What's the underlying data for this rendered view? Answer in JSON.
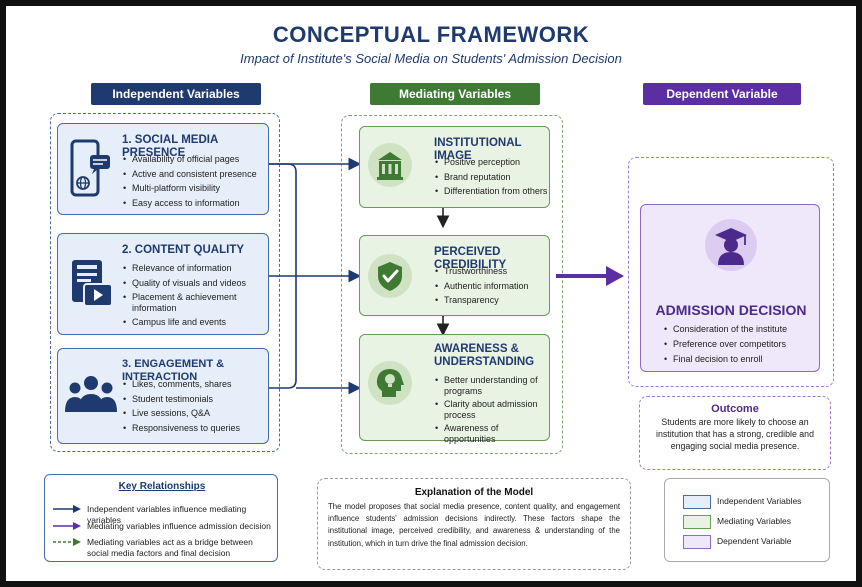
{
  "title": "CONCEPTUAL FRAMEWORK",
  "subtitle": "Impact of Institute's Social Media on Students' Admission Decision",
  "headers": {
    "independent": "Independent Variables",
    "mediating": "Mediating Variables",
    "dependent": "Dependent Variable"
  },
  "independent": [
    {
      "title": "1. SOCIAL MEDIA PRESENCE",
      "icon": "phone-icon",
      "items": [
        "Availability of official pages",
        "Active and consistent presence",
        "Multi-platform visibility",
        "Easy access to information"
      ]
    },
    {
      "title": "2. CONTENT QUALITY",
      "icon": "video-doc-icon",
      "items": [
        "Relevance of information",
        "Quality of visuals and videos",
        "Placement & achievement information",
        "Campus life and events"
      ]
    },
    {
      "title": "3. ENGAGEMENT & INTERACTION",
      "icon": "people-icon",
      "items": [
        "Likes, comments, shares",
        "Student testimonials",
        "Live sessions, Q&A",
        "Responsiveness to queries"
      ]
    }
  ],
  "mediating": [
    {
      "title": "INSTITUTIONAL IMAGE",
      "icon": "building-icon",
      "items": [
        "Positive perception",
        "Brand reputation",
        "Differentiation from others"
      ]
    },
    {
      "title": "PERCEIVED CREDIBILITY",
      "icon": "shield-check-icon",
      "items": [
        "Trustworthiness",
        "Authentic information",
        "Transparency"
      ]
    },
    {
      "title": "AWARENESS & UNDERSTANDING",
      "icon": "head-bulb-icon",
      "items": [
        "Better understanding of programs",
        "Clarity about admission process",
        "Awareness of opportunities"
      ]
    }
  ],
  "dependent": {
    "title": "ADMISSION DECISION",
    "icon": "graduate-icon",
    "items": [
      "Consideration of the institute",
      "Preference over competitors",
      "Final decision to enroll"
    ]
  },
  "outcome": {
    "title": "Outcome",
    "text": "Students are more likely to choose an institution that has a strong, credible and engaging social media presence."
  },
  "key": {
    "title": "Key Relationships",
    "items": [
      "Independent variables influence mediating variables",
      "Mediating variables influence admission decision",
      "Mediating variables act as a bridge between social media factors and final decision"
    ]
  },
  "explanation": {
    "title": "Explanation of the Model",
    "text": "The model proposes that social media presence, content quality, and engagement influence students' admission decisions indirectly. These factors shape the institutional image, perceived credibility, and awareness & understanding of the institution, which in turn drive the final admission decision."
  },
  "legend": [
    "Independent Variables",
    "Mediating Variables",
    "Dependent Variable"
  ],
  "colors": {
    "independent": "#1f3a6e",
    "independent_fill": "#e6eef9",
    "mediating": "#3f7a35",
    "mediating_fill": "#e9f3e3",
    "dependent": "#5b2ea3",
    "dependent_fill": "#efe7fa"
  }
}
